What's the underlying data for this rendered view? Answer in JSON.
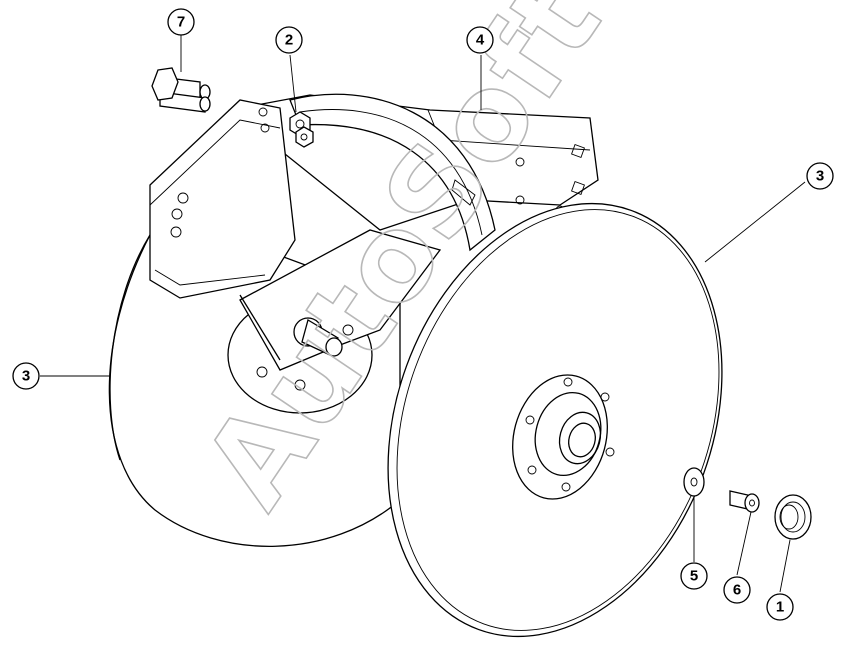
{
  "watermark": "AutoSoft",
  "callouts": [
    {
      "id": "c7",
      "label": "7"
    },
    {
      "id": "c2",
      "label": "2"
    },
    {
      "id": "c4",
      "label": "4"
    },
    {
      "id": "c3a",
      "label": "3"
    },
    {
      "id": "c3b",
      "label": "3"
    },
    {
      "id": "c5",
      "label": "5"
    },
    {
      "id": "c6",
      "label": "6"
    },
    {
      "id": "c1",
      "label": "1"
    }
  ]
}
